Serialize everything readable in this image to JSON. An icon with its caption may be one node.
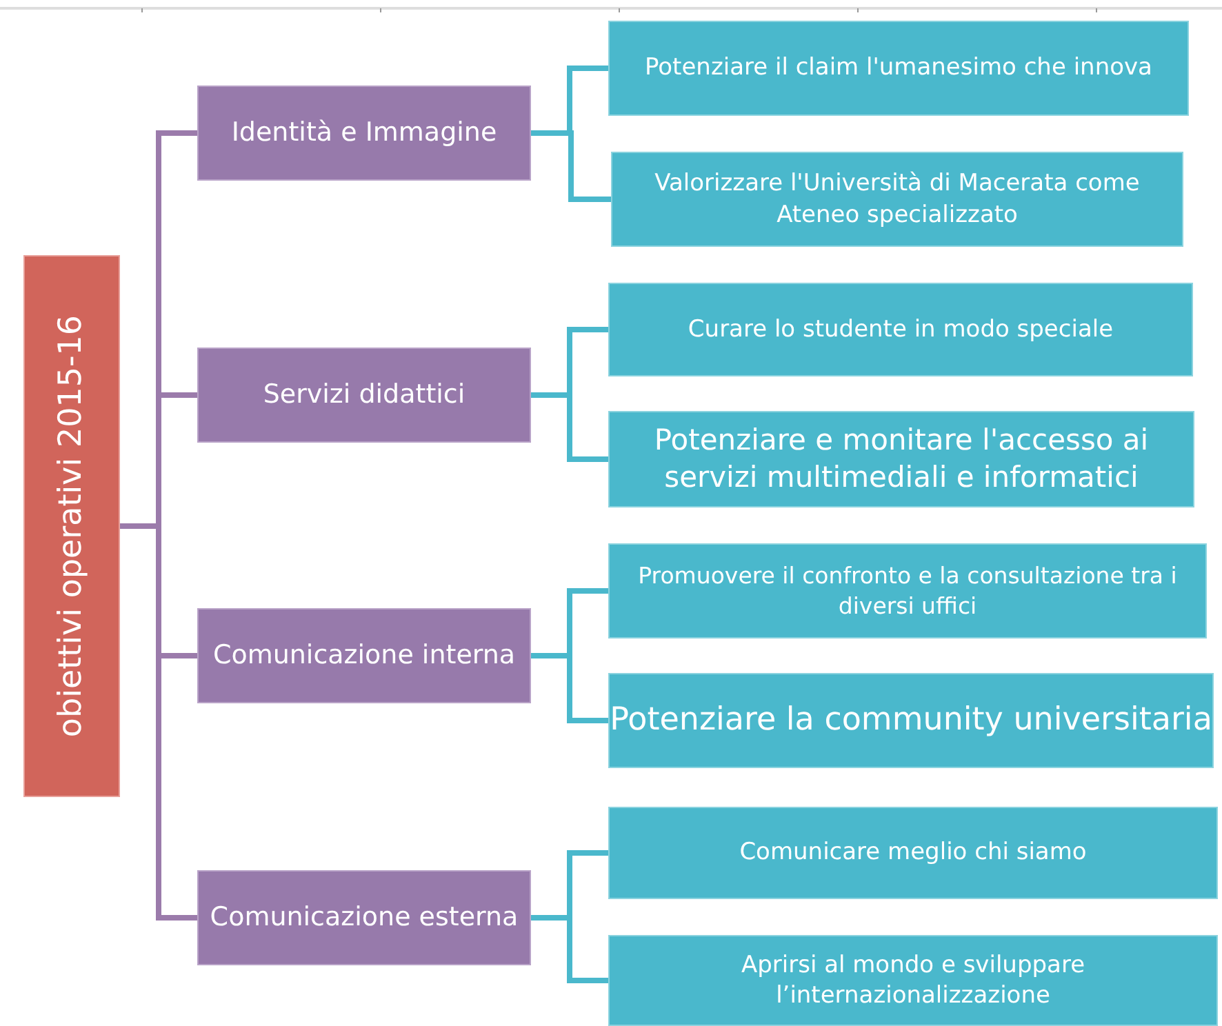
{
  "diagram": {
    "nodes": [
      {
        "text": [
          "obiettivi operativi 2015-16"
        ]
      },
      {
        "text": [
          "Identità e Immagine"
        ]
      },
      {
        "text": [
          "Servizi didattici"
        ]
      },
      {
        "text": [
          "Comunicazione interna"
        ]
      },
      {
        "text": [
          "Comunicazione esterna"
        ]
      },
      {
        "text": [
          "Potenziare il claim l'umanesimo che innova"
        ]
      },
      {
        "text": [
          "Valorizzare l'Università di Macerata come Ateneo specializzato"
        ]
      },
      {
        "text": [
          "Curare lo studente in modo speciale"
        ]
      },
      {
        "text": [
          "Potenziare e monitare l'accesso ai servizi multimediali e informatici"
        ]
      },
      {
        "text": [
          "Promuovere il confronto e la consultazione tra i diversi uffici"
        ]
      },
      {
        "text": [
          "Potenziare la community universitaria"
        ]
      },
      {
        "text": [
          "Comunicare meglio chi siamo"
        ]
      },
      {
        "text": [
          "Aprirsi al mondo e sviluppare l’internazionalizzazione"
        ]
      }
    ],
    "edges": [
      {
        "from": 0,
        "to": 1,
        "arrow": "none",
        "color": "#9b7bab"
      },
      {
        "from": 0,
        "to": 2,
        "arrow": "none",
        "color": "#9b7bab"
      },
      {
        "from": 0,
        "to": 3,
        "arrow": "none",
        "color": "#9b7bab"
      },
      {
        "from": 0,
        "to": 4,
        "arrow": "none",
        "color": "#9b7bab"
      },
      {
        "from": 1,
        "to": 5,
        "arrow": "none"
      },
      {
        "from": 1,
        "to": 6,
        "arrow": "none"
      },
      {
        "from": 2,
        "to": 7,
        "arrow": "none"
      },
      {
        "from": 2,
        "to": 8,
        "arrow": "none"
      },
      {
        "from": 3,
        "to": 9,
        "arrow": "none"
      },
      {
        "from": 3,
        "to": 10,
        "arrow": "none"
      },
      {
        "from": 4,
        "to": 11,
        "arrow": "none"
      },
      {
        "from": 4,
        "to": 12,
        "arrow": "none"
      }
    ]
  }
}
